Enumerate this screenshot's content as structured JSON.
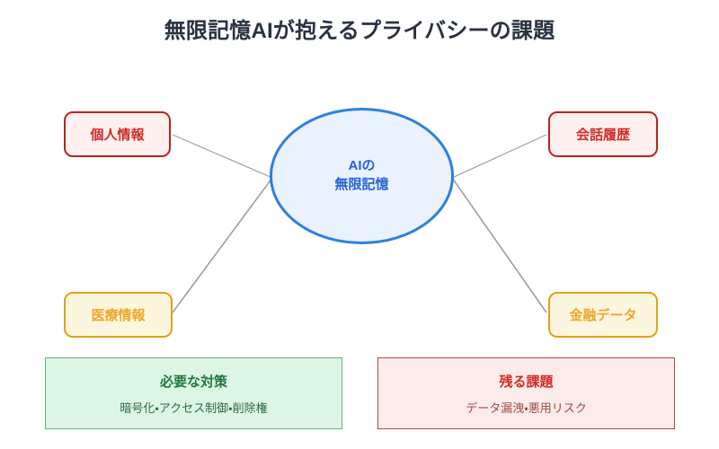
{
  "title": "無限記憶AIが抱えるプライバシーの課題",
  "core": {
    "name": "ai-infinite-memory",
    "line1": "AIの",
    "line2": "無限記憶",
    "border_color": "#2f7fe0",
    "fill_color": "#eaf2fe",
    "text_color": "#2561d4"
  },
  "leaves": [
    {
      "id": "personal-information",
      "label": "個人情報",
      "position": "top-left",
      "border_color": "#b52420",
      "fill_color": "#fdf0ef",
      "text_color": "#d32b26"
    },
    {
      "id": "conversation-history",
      "label": "会話履歴",
      "position": "top-right",
      "border_color": "#b52420",
      "fill_color": "#fdf0ef",
      "text_color": "#d32b26"
    },
    {
      "id": "medical-information",
      "label": "医療情報",
      "position": "bottom-left",
      "border_color": "#e0a11c",
      "fill_color": "#fdf6df",
      "text_color": "#f0a62a"
    },
    {
      "id": "financial-data",
      "label": "金融データ",
      "position": "bottom-right",
      "border_color": "#e0a11c",
      "fill_color": "#fdf6df",
      "text_color": "#f0a62a"
    }
  ],
  "connector_color": "#9aa0a6",
  "panels": [
    {
      "id": "required-measures",
      "title": "必要な対策",
      "subtitle": "暗号化・アクセス制御・削除権",
      "border_color": "#63b77f",
      "fill_color": "#ddf5e4",
      "title_color": "#1d7a3c"
    },
    {
      "id": "remaining-issues",
      "title": "残る課題",
      "subtitle": "データ漏洩・悪用リスク",
      "border_color": "#b5474a",
      "fill_color": "#fbeceb",
      "title_color": "#d32b26"
    }
  ]
}
